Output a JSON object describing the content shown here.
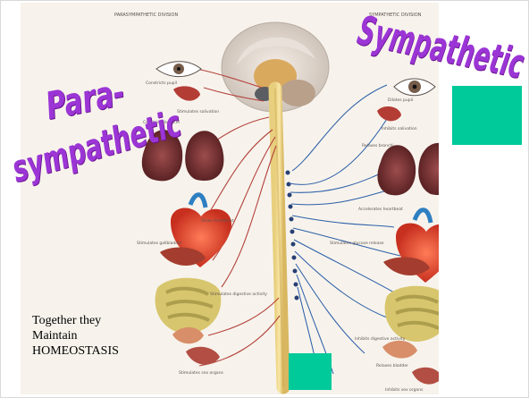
{
  "slide": {
    "parasympathetic_line1": "Para-",
    "parasympathetic_line2": "sympathetic",
    "sympathetic": "Sympathetic",
    "homeostasis_note": [
      "Together they",
      "Maintain",
      "HOMEOSTASIS"
    ],
    "colors": {
      "heading": "#9b35d5",
      "accent_box": "#00c99a",
      "nerve_red": "#b3413b",
      "nerve_blue": "#2d5fa8",
      "spinal_cord": "#f0d88a"
    }
  },
  "diagram": {
    "left_header": "PARASYMPATHETIC DIVISION",
    "right_header": "SYMPATHETIC DIVISION"
  }
}
